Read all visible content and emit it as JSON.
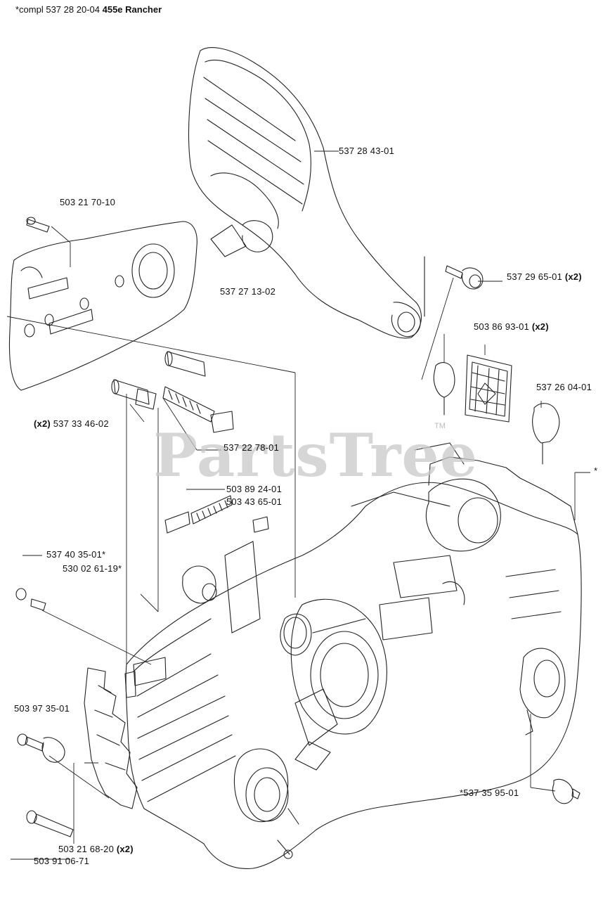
{
  "header": {
    "compl_prefix": "*compl 537 28 20-04",
    "model": "455e Rancher"
  },
  "watermark": {
    "text": "PartsTree",
    "trademark": "TM"
  },
  "parts": [
    {
      "id": "p1",
      "number": "537 28 43-01",
      "qty": ""
    },
    {
      "id": "p2",
      "number": "503 21 70-10",
      "qty": ""
    },
    {
      "id": "p3",
      "number": "537 27 13-02",
      "qty": ""
    },
    {
      "id": "p4",
      "number": "537 29 65-01",
      "qty": "(x2)"
    },
    {
      "id": "p5",
      "number": "503 86 93-01",
      "qty": "(x2)"
    },
    {
      "id": "p6",
      "number": "537 26 04-01",
      "qty": ""
    },
    {
      "id": "p7",
      "number": "537 33 46-02",
      "qty": "(x2)"
    },
    {
      "id": "p8",
      "number": "537 22 78-01",
      "qty": ""
    },
    {
      "id": "p9",
      "number": "503 89 24-01",
      "qty": ""
    },
    {
      "id": "p10",
      "number": "503 43 65-01",
      "qty": ""
    },
    {
      "id": "p11",
      "number": "537 40 35-01*",
      "qty": ""
    },
    {
      "id": "p12",
      "number": "530 02 61-19*",
      "qty": ""
    },
    {
      "id": "p13",
      "number": "503 97 35-01",
      "qty": ""
    },
    {
      "id": "p14",
      "number": "503 21 68-20",
      "qty": "(x2)"
    },
    {
      "id": "p15",
      "number": "503 91 06-71",
      "qty": ""
    },
    {
      "id": "p16",
      "number": "*537 35 95-01",
      "qty": ""
    },
    {
      "id": "p17",
      "number": "*",
      "qty": ""
    }
  ]
}
